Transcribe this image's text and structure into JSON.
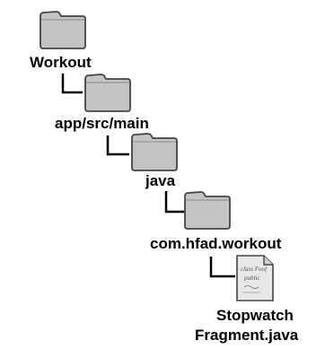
{
  "tree": {
    "root": {
      "label": "Workout",
      "icon": "folder-icon"
    },
    "level1": {
      "label": "app/src/main",
      "icon": "folder-icon"
    },
    "level2": {
      "label": "java",
      "icon": "folder-icon"
    },
    "level3": {
      "label": "com.hfad.workout",
      "icon": "folder-icon"
    },
    "file": {
      "label_line1": "Stopwatch",
      "label_line2": "Fragment.java",
      "icon": "java-file-icon",
      "scribble_line1": "class Foo{",
      "scribble_line2": "public"
    }
  },
  "colors": {
    "folder_fill": "#c4c4c4",
    "folder_stroke": "#444444",
    "connector": "#000000",
    "label": "#000000"
  }
}
